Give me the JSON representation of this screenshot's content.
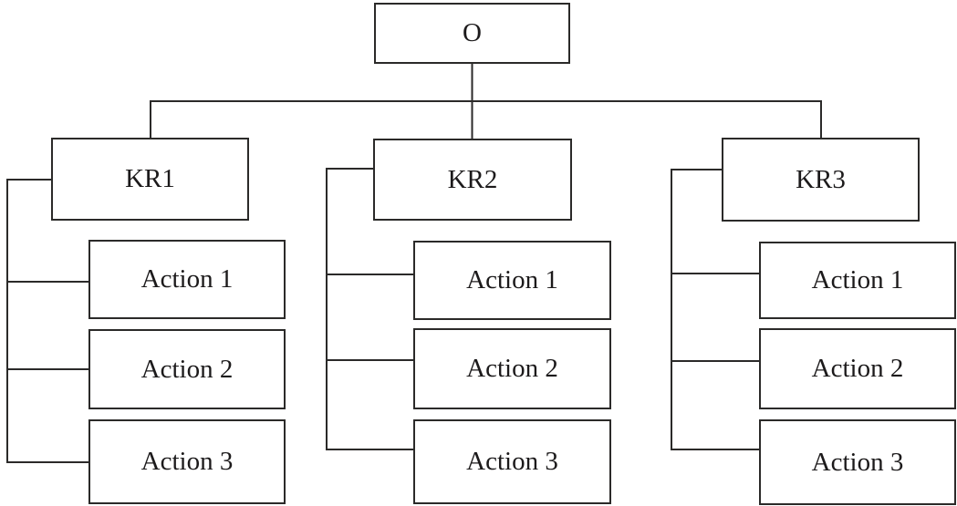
{
  "diagram": {
    "type": "tree",
    "objective": {
      "label": "O"
    },
    "branches": [
      {
        "label": "KR1",
        "actions": [
          "Action 1",
          "Action 2",
          "Action 3"
        ]
      },
      {
        "label": "KR2",
        "actions": [
          "Action 1",
          "Action 2",
          "Action 3"
        ]
      },
      {
        "label": "KR3",
        "actions": [
          "Action 1",
          "Action 2",
          "Action 3"
        ]
      }
    ],
    "colors": {
      "line": "#2b2a29",
      "box_border": "#2b2a29",
      "box_fill": "#ffffff",
      "text": "#1c1a1b",
      "background": "#ffffff"
    }
  }
}
